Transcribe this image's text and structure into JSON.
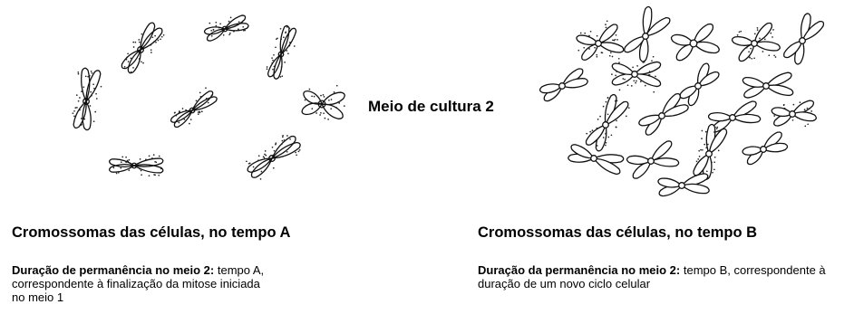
{
  "center_label": "Meio de cultura 2",
  "panel_a": {
    "title": "Cromossomas das células, no tempo A",
    "desc_bold": "Duração de permanência no meio 2:",
    "desc_rest": " tempo A, correspondente à finalização da mitose iniciada no meio 1"
  },
  "panel_b": {
    "title": "Cromossomas das células, no tempo B",
    "desc_bold": "Duração da permanência no meio 2:",
    "desc_rest": " tempo B, correspondente à duração de um novo ciclo celular"
  }
}
